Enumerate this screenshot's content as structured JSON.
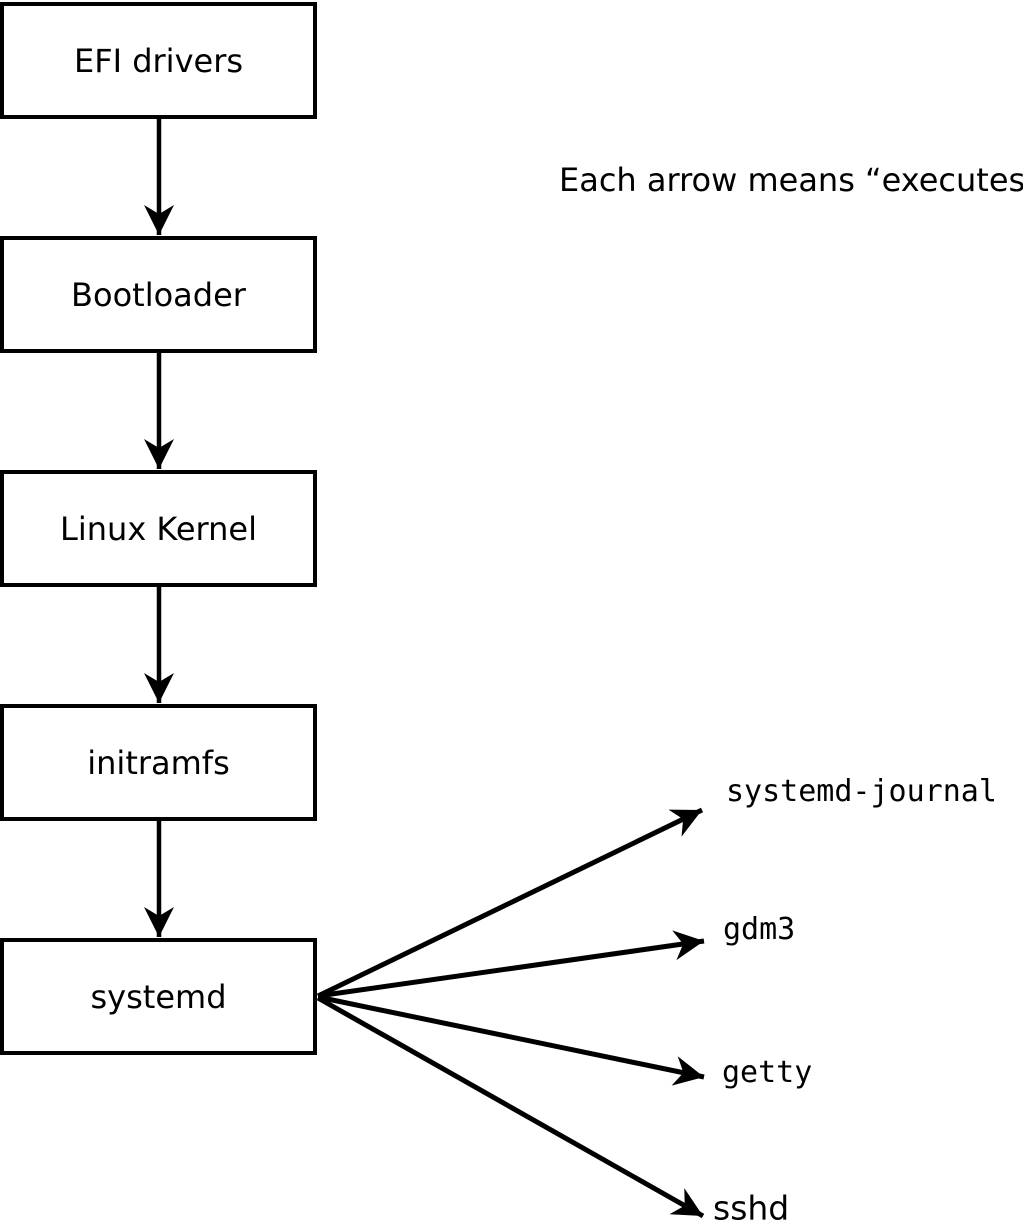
{
  "note": {
    "text": "Each arrow means “executes”."
  },
  "chain": [
    {
      "label": "EFI drivers"
    },
    {
      "label": "Bootloader"
    },
    {
      "label": "Linux Kernel"
    },
    {
      "label": "initramfs"
    },
    {
      "label": "systemd"
    }
  ],
  "spawned": [
    {
      "label": "systemd-journal"
    },
    {
      "label": "gdm3"
    },
    {
      "label": "getty"
    },
    {
      "label": "sshd"
    }
  ],
  "arrow_meaning": "executes",
  "colors": {
    "background": "#ffffff",
    "line": "#000000",
    "box_border": "#000000",
    "box_fill": "#ffffff",
    "text": "#000000"
  }
}
